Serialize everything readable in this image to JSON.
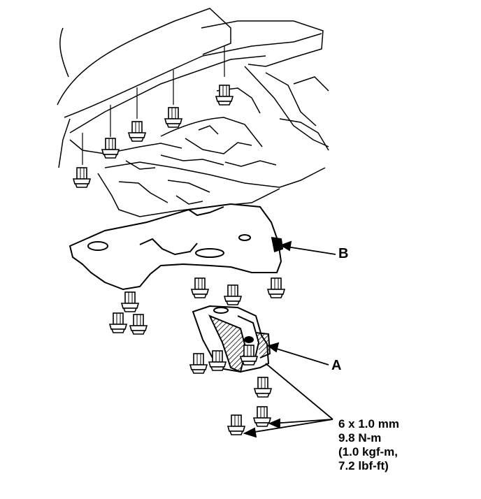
{
  "labels": {
    "b": "B",
    "a": "A"
  },
  "torque_spec": {
    "line1": "6 x 1.0 mm",
    "line2": "9.8 N-m",
    "line3": "(1.0 kgf-m,",
    "line4": "7.2 lbf-ft)"
  },
  "colors": {
    "ink": "#000000",
    "paper": "#ffffff",
    "shade": "#555555"
  }
}
